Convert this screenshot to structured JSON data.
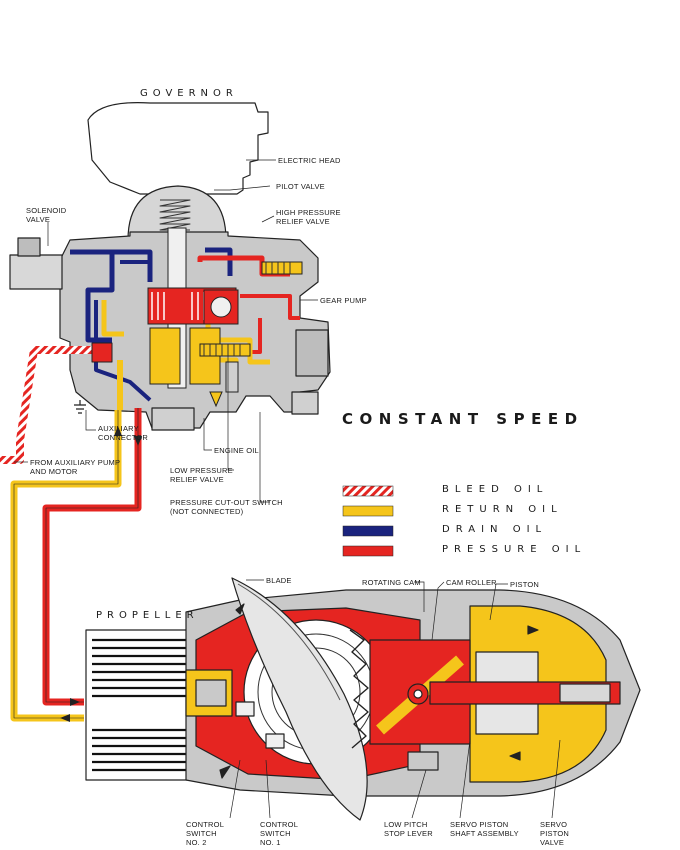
{
  "colors": {
    "bleed": "#e52521",
    "return": "#f5c51b",
    "drain": "#1a237e",
    "pressure": "#e52521",
    "housing": "#c9c9c9",
    "outline": "#222222"
  },
  "titles": {
    "governor": "GOVERNOR",
    "propeller": "PROPELLER",
    "mode": "CONSTANT SPEED"
  },
  "legend": [
    {
      "label": "BLEED OIL",
      "pattern": "striped"
    },
    {
      "label": "RETURN OIL",
      "pattern": "solid-yellow"
    },
    {
      "label": "DRAIN OIL",
      "pattern": "solid-blue"
    },
    {
      "label": "PRESSURE OIL",
      "pattern": "solid-red"
    }
  ],
  "labels": {
    "electric_head": "ELECTRIC HEAD",
    "pilot_valve": "PILOT VALVE",
    "high_pressure": "HIGH PRESSURE\nRELIEF VALVE",
    "solenoid": "SOLENOID\nVALVE",
    "gear_pump": "GEAR PUMP",
    "aux_connector": "AUXILIARY\nCONNECTOR",
    "from_aux": "FROM AUXILIARY PUMP\nAND MOTOR",
    "engine_oil": "ENGINE OIL",
    "low_pressure": "LOW PRESSURE\nRELIEF VALVE",
    "cutout": "PRESSURE CUT-OUT SWITCH\n(NOT CONNECTED)",
    "blade": "BLADE",
    "rotating_cam": "ROTATING CAM",
    "cam_roller": "CAM ROLLER",
    "piston": "PISTON",
    "control_switch_2": "CONTROL\nSWITCH\nNO. 2",
    "control_switch_1": "CONTROL\nSWITCH\nNO. 1",
    "low_pitch": "LOW PITCH\nSTOP LEVER",
    "servo_shaft": "SERVO PISTON\nSHAFT ASSEMBLY",
    "servo_valve": "SERVO\nPISTON\nVALVE"
  }
}
